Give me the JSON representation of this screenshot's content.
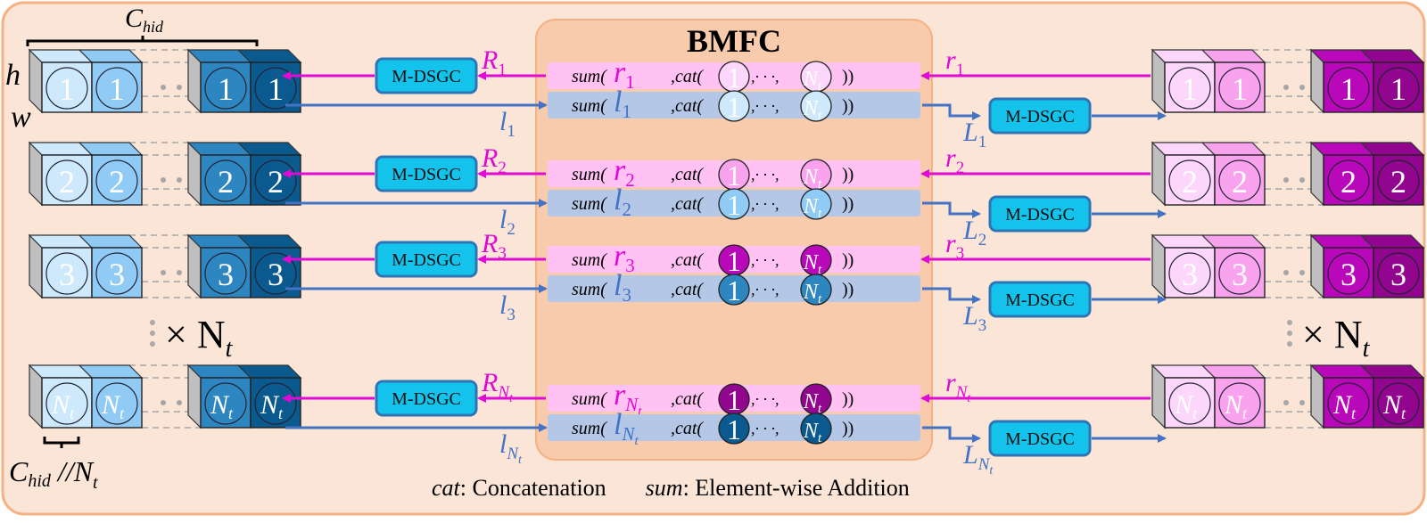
{
  "title": "BMFC",
  "labels": {
    "c_hid": "C",
    "c_hid_sub": "hid",
    "h": "h",
    "w": "w",
    "times_nt": "× N",
    "times_nt_sub": "t",
    "c_hid_div": "C",
    "c_hid_div_sub": "hid",
    "c_hid_div_rest": " //N",
    "c_hid_div_rest_sub": "t",
    "module": "M-DSGC",
    "dots": "· · ·",
    "legend_cat_key": "cat",
    "legend_cat_text": ": Concatenation",
    "legend_sum_key": "sum",
    "legend_sum_text": ": Element-wise Addition"
  },
  "colors": {
    "outer_bg": "#fbe5d6",
    "outer_border": "#f4b183",
    "bmfc_bg": "#f8cbad",
    "pink_band": "#ffc2f2",
    "blue_band": "#b4c7e7",
    "magenta": "#e10ad5",
    "blue_arrow": "#4472c4",
    "module_fill": "#14c3ec",
    "module_stroke": "#2e75b6",
    "left_light1": "#cde9fb",
    "left_light2": "#8fcbf5",
    "left_dark1": "#2e86c1",
    "left_dark2": "#0b5a8f",
    "right_light1": "#fdd6fb",
    "right_light2": "#f9a3ef",
    "right_dark1": "#b908b9",
    "right_dark2": "#92068f",
    "gray_side": "#bfbfbf"
  },
  "rows": [
    {
      "index": "1",
      "R": "R",
      "R_sub": "1",
      "l": "l",
      "l_sub": "1",
      "r": "r",
      "r_sub": "1",
      "L": "L",
      "L_sub": "1",
      "sum_r": {
        "prefix": "sum(",
        "var": "r",
        "var_sub": "1",
        "cat": ",cat(",
        "first": "1",
        "sep": ",· · ·,",
        "last": "N",
        "last_sub": "t",
        "close": "))",
        "circle_fill": "#fdd6fb"
      },
      "sum_l": {
        "prefix": "sum(",
        "var": "l",
        "var_sub": "1",
        "cat": ",cat(",
        "first": "1",
        "sep": ",· · ·,",
        "last": "N",
        "last_sub": "t",
        "close": "))",
        "circle_fill": "#cde9fb"
      }
    },
    {
      "index": "2",
      "R": "R",
      "R_sub": "2",
      "l": "l",
      "l_sub": "2",
      "r": "r",
      "r_sub": "2",
      "L": "L",
      "L_sub": "2",
      "sum_r": {
        "prefix": "sum(",
        "var": "r",
        "var_sub": "2",
        "cat": ",cat(",
        "first": "1",
        "sep": ",· · ·,",
        "last": "N",
        "last_sub": "t",
        "close": "))",
        "circle_fill": "#f9a3ef"
      },
      "sum_l": {
        "prefix": "sum(",
        "var": "l",
        "var_sub": "2",
        "cat": ",cat(",
        "first": "1",
        "sep": ",· · ·,",
        "last": "N",
        "last_sub": "t",
        "close": "))",
        "circle_fill": "#8fcbf5"
      }
    },
    {
      "index": "3",
      "R": "R",
      "R_sub": "3",
      "l": "l",
      "l_sub": "3",
      "r": "r",
      "r_sub": "3",
      "L": "L",
      "L_sub": "3",
      "sum_r": {
        "prefix": "sum(",
        "var": "r",
        "var_sub": "3",
        "cat": ",cat(",
        "first": "1",
        "sep": ",· · ·,",
        "last": "N",
        "last_sub": "t",
        "close": "))",
        "circle_fill": "#b908b9"
      },
      "sum_l": {
        "prefix": "sum(",
        "var": "l",
        "var_sub": "3",
        "cat": ",cat(",
        "first": "1",
        "sep": ",· · ·,",
        "last": "N",
        "last_sub": "t",
        "close": "))",
        "circle_fill": "#2e86c1"
      }
    },
    {
      "index": "N",
      "index_sub": "t",
      "R": "R",
      "R_sub": "N",
      "R_subsub": "t",
      "l": "l",
      "l_sub": "N",
      "l_subsub": "t",
      "r": "r",
      "r_sub": "N",
      "r_subsub": "t",
      "L": "L",
      "L_sub": "N",
      "L_subsub": "t",
      "sum_r": {
        "prefix": "sum(",
        "var": "r",
        "var_sub": "N",
        "var_subsub": "t",
        "cat": ",cat(",
        "first": "1",
        "sep": ",· · ·,",
        "last": "N",
        "last_sub": "t",
        "close": "))",
        "circle_fill": "#92068f"
      },
      "sum_l": {
        "prefix": "sum(",
        "var": "l",
        "var_sub": "N",
        "var_subsub": "t",
        "cat": ",cat(",
        "first": "1",
        "sep": ",· · ·,",
        "last": "N",
        "last_sub": "t",
        "close": "))",
        "circle_fill": "#0b5a8f"
      }
    }
  ]
}
